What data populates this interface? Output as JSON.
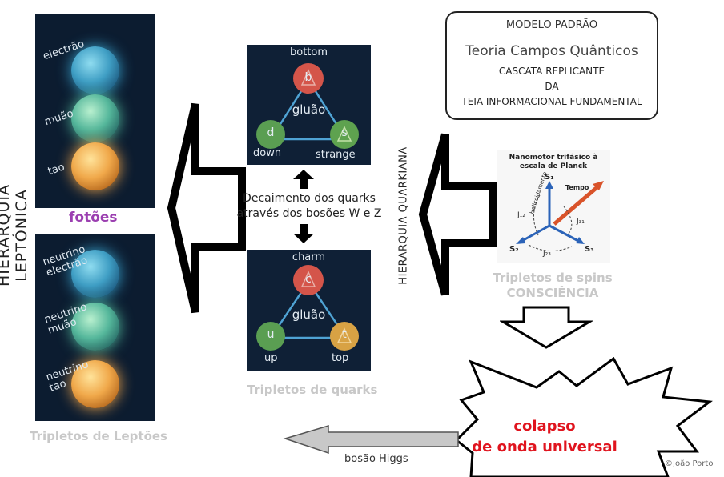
{
  "leptons_top": {
    "labels": [
      "electrão",
      "muão",
      "tao"
    ]
  },
  "leptons_bottom": {
    "labels": [
      "neutrino electrão",
      "neutrino muão",
      "neutrino tao"
    ]
  },
  "fotoes_label": "fotões",
  "vertical_left_label": "HIERARQUIA LEPTÓNICA",
  "tripletos_leptoes": "Tripletos de Leptões",
  "quarks_top": {
    "top": "bottom",
    "left": "down",
    "right": "strange",
    "center": "gluão",
    "letters": [
      "b",
      "d",
      "s"
    ]
  },
  "quarks_bottom": {
    "top": "charm",
    "left": "up",
    "right": "top",
    "center": "gluão",
    "letters": [
      "c",
      "u",
      "t"
    ]
  },
  "decay_text_1": "Decaimento dos quarks",
  "decay_text_2": "através dos bosões W e Z",
  "tripletos_quarks": "Tripletos de quarks",
  "vertical_quark_label": "HIERARQUIA QUARKIANA",
  "modelo": {
    "line1": "MODELO PADRÃO",
    "line2": "Teoria Campos Quânticos",
    "line3": "CASCATA REPLICANTE",
    "line4": "DA",
    "line5": "TEIA INFORMACIONAL FUNDAMENTAL"
  },
  "spin_diagram": {
    "title1": "Nanomotor trifásico à",
    "title2": "escala de Planck",
    "s1": "S₁",
    "s2": "S₂",
    "s3": "S₃",
    "j12": "J₁₂",
    "j23": "J₂₃",
    "j31": "J₃₁",
    "tempo": "Tempo",
    "helicoidal": "Helicoidamento"
  },
  "tripletos_spins_1": "Tripletos de spins",
  "tripletos_spins_2": "CONSCIÊNCIA",
  "colapso_1": "colapso",
  "colapso_2": "de onda universal",
  "bosao_higgs": "bosão Higgs",
  "copyright": "©João Porto",
  "colors": {
    "purple": "#9b3fb0",
    "red": "#e0141e",
    "grey_caption": "#c8c8c8"
  }
}
